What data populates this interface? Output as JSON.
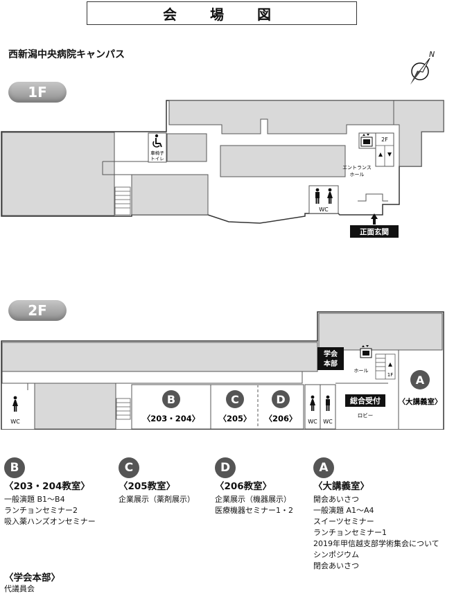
{
  "title": "会　場　図",
  "campus": "西新潟中央病院キャンパス",
  "compass_letter": "N",
  "floor1": {
    "label": "1F",
    "wheelchair_toilet": [
      "車椅子",
      "トイレ"
    ],
    "wc": "WC",
    "elevator_2f": "2F",
    "entrance_hall": [
      "エントランス",
      "ホール"
    ],
    "main_entrance": "正面玄関"
  },
  "floor2": {
    "label": "2F",
    "hq": [
      "学会",
      "本部"
    ],
    "hall": "ホール",
    "elevator_1f": "1F",
    "wc": "WC",
    "wc_left": "WC",
    "reception": "総合受付",
    "lobby": "ロビー",
    "rooms": [
      {
        "letter": "B",
        "label": "〈203・204〉"
      },
      {
        "letter": "C",
        "label": "〈205〉"
      },
      {
        "letter": "D",
        "label": "〈206〉"
      },
      {
        "letter": "A",
        "label": "〈大講義室〉"
      }
    ]
  },
  "legend": [
    {
      "letter": "B",
      "title": "〈203・204教室〉",
      "items": [
        "一般演題 B1～B4",
        "ランチョンセミナー2",
        "吸入薬ハンズオンセミナー"
      ]
    },
    {
      "letter": "C",
      "title": "〈205教室〉",
      "items": [
        "企業展示（薬剤展示）"
      ]
    },
    {
      "letter": "D",
      "title": "〈206教室〉",
      "items": [
        "企業展示（機器展示）",
        "医療機器セミナー1・2"
      ]
    },
    {
      "letter": "A",
      "title": "〈大講義室〉",
      "items": [
        "開会あいさつ",
        "一般演題 A1～A4",
        "スイーツセミナー",
        "ランチョンセミナー1",
        "2019年甲信越支部学術集会について",
        "シンポジウム",
        "閉会あいさつ"
      ]
    }
  ],
  "hq_legend": {
    "title": "〈学会本部〉",
    "items": [
      "代議員会"
    ]
  }
}
